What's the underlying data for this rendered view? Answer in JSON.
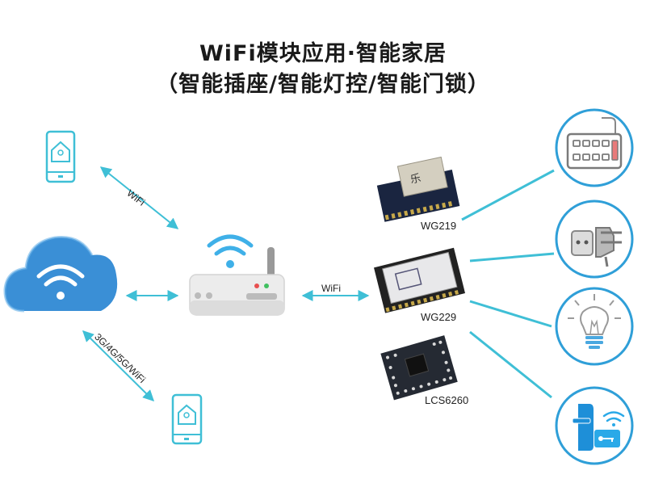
{
  "title": {
    "line1": "WiFi模块应用·智能家居",
    "line2": "（智能插座/智能灯控/智能门锁）"
  },
  "links": {
    "phone_router": "WiFi",
    "router_module": "WiFi",
    "cloud_phone": "3G/4G/5G/WiFi"
  },
  "modules": [
    {
      "name": "WG219"
    },
    {
      "name": "WG229"
    },
    {
      "name": "LCS6260"
    }
  ],
  "devices": [
    "keyboard-panel-icon",
    "power-plug-socket-icon",
    "light-bulb-icon",
    "smart-door-lock-icon"
  ],
  "colors": {
    "accent": "#3fbfd6",
    "cloud": "#2f8fd8",
    "wifi": "#2f9fe0"
  }
}
